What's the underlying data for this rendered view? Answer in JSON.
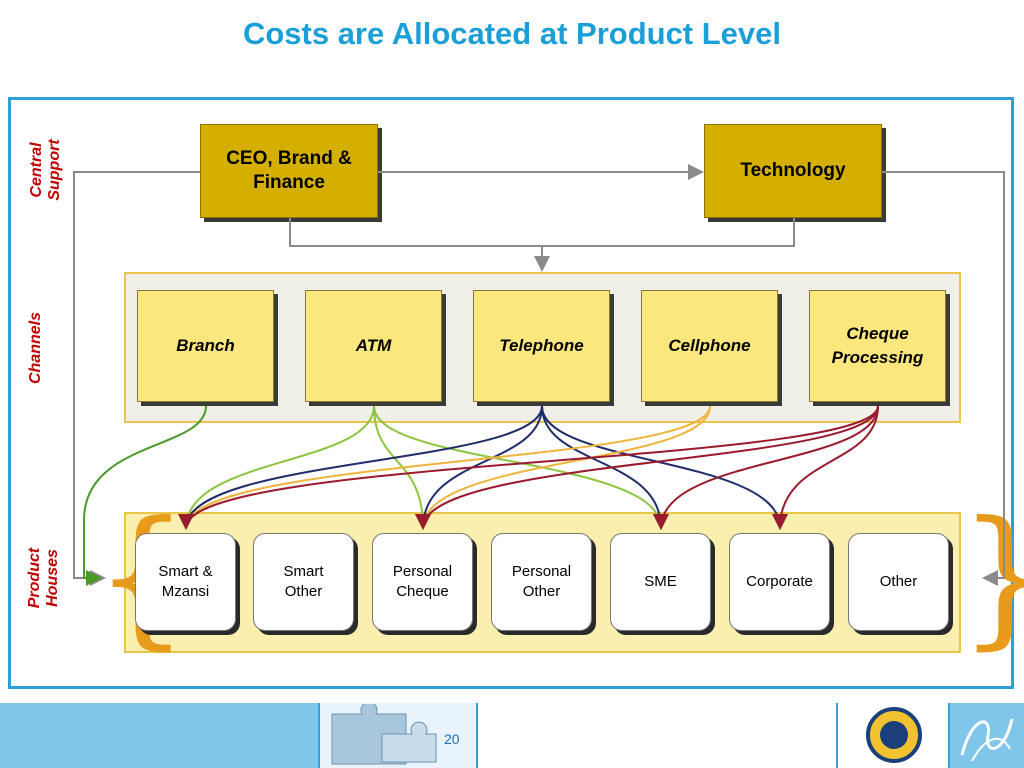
{
  "title": "Costs are Allocated at Product Level",
  "side_labels": {
    "central": [
      "Central",
      "Support"
    ],
    "channels": "Channels",
    "product": [
      "Product",
      "Houses"
    ]
  },
  "central_support": [
    {
      "label_lines": [
        "CEO, Brand &",
        "Finance"
      ]
    },
    {
      "label_lines": [
        "Technology"
      ]
    }
  ],
  "channels": [
    {
      "label_lines": [
        "Branch"
      ],
      "color": "#4a9a2a"
    },
    {
      "label_lines": [
        "ATM"
      ],
      "color": "#8cc63f"
    },
    {
      "label_lines": [
        "Telephone"
      ],
      "color": "#1f2d6b"
    },
    {
      "label_lines": [
        "Cellphone"
      ],
      "color": "#f0b43c"
    },
    {
      "label_lines": [
        "Cheque",
        "Processing"
      ],
      "color": "#9b1b2e"
    }
  ],
  "products": [
    {
      "label_lines": [
        "Smart &",
        "Mzansi"
      ]
    },
    {
      "label_lines": [
        "Smart",
        "Other"
      ]
    },
    {
      "label_lines": [
        "Personal",
        "Cheque"
      ]
    },
    {
      "label_lines": [
        "Personal",
        "Other"
      ]
    },
    {
      "label_lines": [
        "SME"
      ]
    },
    {
      "label_lines": [
        "Corporate"
      ]
    },
    {
      "label_lines": [
        "Other"
      ]
    }
  ],
  "allocations": [
    {
      "from": "Branch",
      "to": "Personal Cheque"
    },
    {
      "from": "ATM",
      "to": "Smart & Mzansi"
    },
    {
      "from": "ATM",
      "to": "Personal Cheque"
    },
    {
      "from": "ATM",
      "to": "SME"
    },
    {
      "from": "Telephone",
      "to": "Personal Cheque"
    },
    {
      "from": "Telephone",
      "to": "Smart & Mzansi"
    },
    {
      "from": "Telephone",
      "to": "SME"
    },
    {
      "from": "Telephone",
      "to": "Corporate"
    },
    {
      "from": "Cellphone",
      "to": "Smart & Mzansi"
    },
    {
      "from": "Cellphone",
      "to": "Personal Cheque"
    },
    {
      "from": "Cheque Processing",
      "to": "Smart & Mzansi"
    },
    {
      "from": "Cheque Processing",
      "to": "Personal Cheque"
    },
    {
      "from": "Cheque Processing",
      "to": "SME"
    },
    {
      "from": "Cheque Processing",
      "to": "Corporate"
    }
  ],
  "colors": {
    "title": "#1a9fd9",
    "frame": "#2aa0d6",
    "side_label": "#c00000",
    "support_box": "#d4af00",
    "channel_box": "#fbe77d",
    "connector": "#8a8a8a",
    "brace": "#e89a1a"
  },
  "footer": {
    "page_number": "20",
    "puzzle_icon": "puzzle-pieces-icon",
    "logo_icon": "firstrand-seal-icon",
    "script_icon": "script-logo-icon"
  }
}
